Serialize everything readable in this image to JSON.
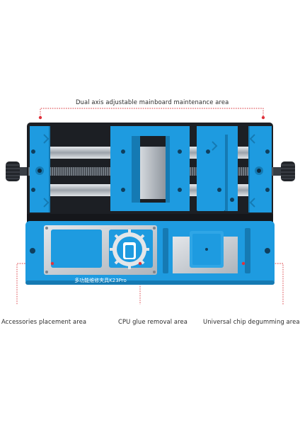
{
  "labels": {
    "top": "Dual axis adjustable mainboard maintenance area",
    "accessories": "Accessories placement area",
    "cpu": "CPU glue removal area",
    "chip": "Universal chip degumming area"
  },
  "plate_text": "多功能维修夹具K23Pro",
  "colors": {
    "blue": "#1e9be0",
    "dark": "#1c1f24",
    "steel": "#c7cbd1",
    "marker": "#e0323c"
  }
}
